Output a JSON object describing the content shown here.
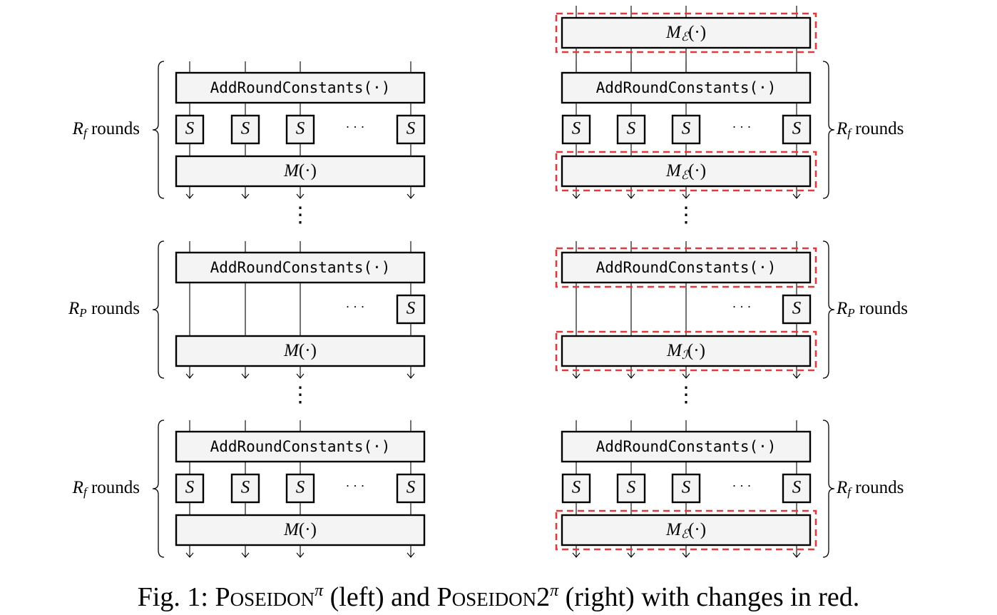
{
  "labels": {
    "arc": "AddRoundConstants(·)",
    "s": "S",
    "dots": "· · ·",
    "vdots": "⋮",
    "m": "M(·)",
    "m_e": "M",
    "m_e_sub": "ℰ",
    "m_i": "M",
    "m_i_sub": "ℐ",
    "arg": "(·)"
  },
  "groups": [
    {
      "label": "R",
      "sub": "f",
      "suffix": "rounds",
      "full": true
    },
    {
      "label": "R",
      "sub": "P",
      "suffix": "rounds",
      "full": false
    },
    {
      "label": "R",
      "sub": "f",
      "suffix": "rounds",
      "full": true
    }
  ],
  "caption": {
    "prefix": "Fig. 1: ",
    "name1": "Poseidon",
    "sup1": "π",
    "mid": " (left) and ",
    "name2": "Poseidon2",
    "sup2": "π",
    "suffix": " (right) with changes in red."
  }
}
